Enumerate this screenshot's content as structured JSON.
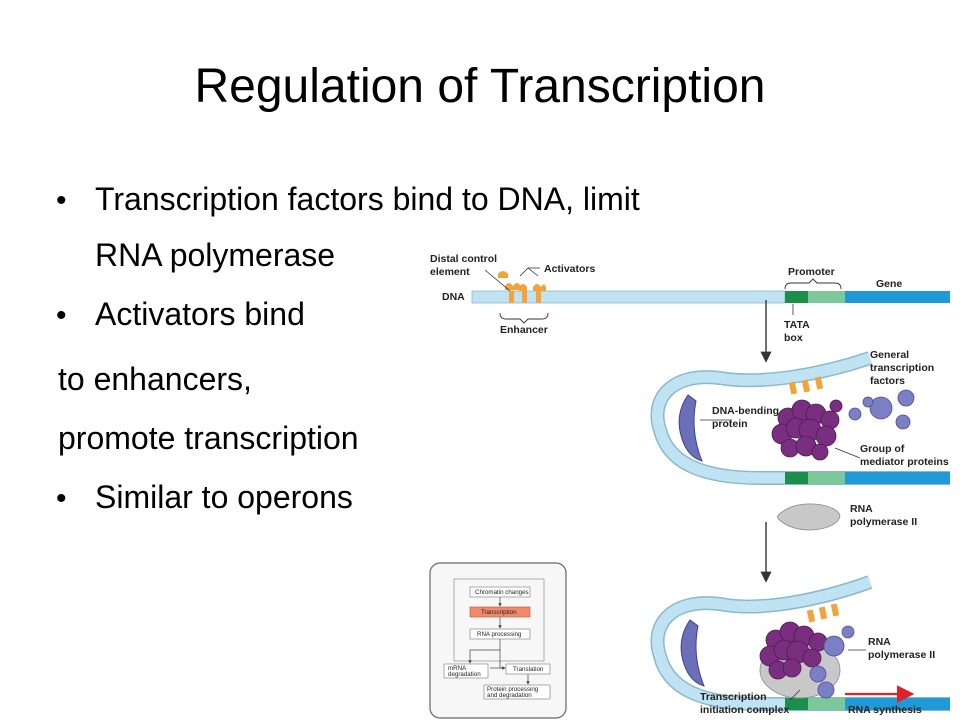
{
  "slide": {
    "title": "Regulation of Transcription",
    "bullets": [
      {
        "text": "Transcription factors bind to DNA, limit",
        "continuation": "RNA polymerase"
      },
      {
        "text": "Activators bind"
      },
      {
        "text": "Similar to operons"
      }
    ],
    "plain_lines": [
      "to enhancers,",
      "promote transcription"
    ],
    "bullet_glyph": "•"
  },
  "diagram": {
    "labels": {
      "distal_control_element": [
        "Distal control",
        "element"
      ],
      "activators": "Activators",
      "dna": "DNA",
      "enhancer": "Enhancer",
      "promoter": "Promoter",
      "gene": "Gene",
      "tata_box": [
        "TATA",
        "box"
      ],
      "general_transcription_factors": [
        "General",
        "transcription",
        "factors"
      ],
      "dna_bending_protein": [
        "DNA-bending",
        "protein"
      ],
      "group_of_mediator_proteins": [
        "Group of",
        "mediator proteins"
      ],
      "rna_polymerase_ii_free": [
        "RNA",
        "polymerase II"
      ],
      "rna_polymerase_ii_bound": [
        "RNA",
        "polymerase II"
      ],
      "transcription_initiation_complex": [
        "Transcription",
        "initiation complex"
      ],
      "rna_synthesis": "RNA synthesis"
    },
    "inset": {
      "chromatin_changes": "Chromatin changes",
      "transcription": "Transcription",
      "rna_processing": "RNA processing",
      "mrna_degradation": [
        "mRNA",
        "degradation"
      ],
      "translation": "Translation",
      "protein_processing": [
        "Protein processing",
        "and degradation"
      ]
    },
    "colors": {
      "dna_light": "#bfe3f2",
      "dna_blue": "#1f9ad6",
      "promoter_green_dark": "#1b8f4a",
      "promoter_green_light": "#7dc89a",
      "activator_orange": "#f2a33a",
      "mediator_purple": "#7a2e7f",
      "gtf_blue": "#7b7fc4",
      "bending_protein": "#6a6fb8",
      "polymerase_gray": "#c8c8c8",
      "inset_highlight": "#f08a6a",
      "rna_arrow": "#e0202a"
    }
  }
}
